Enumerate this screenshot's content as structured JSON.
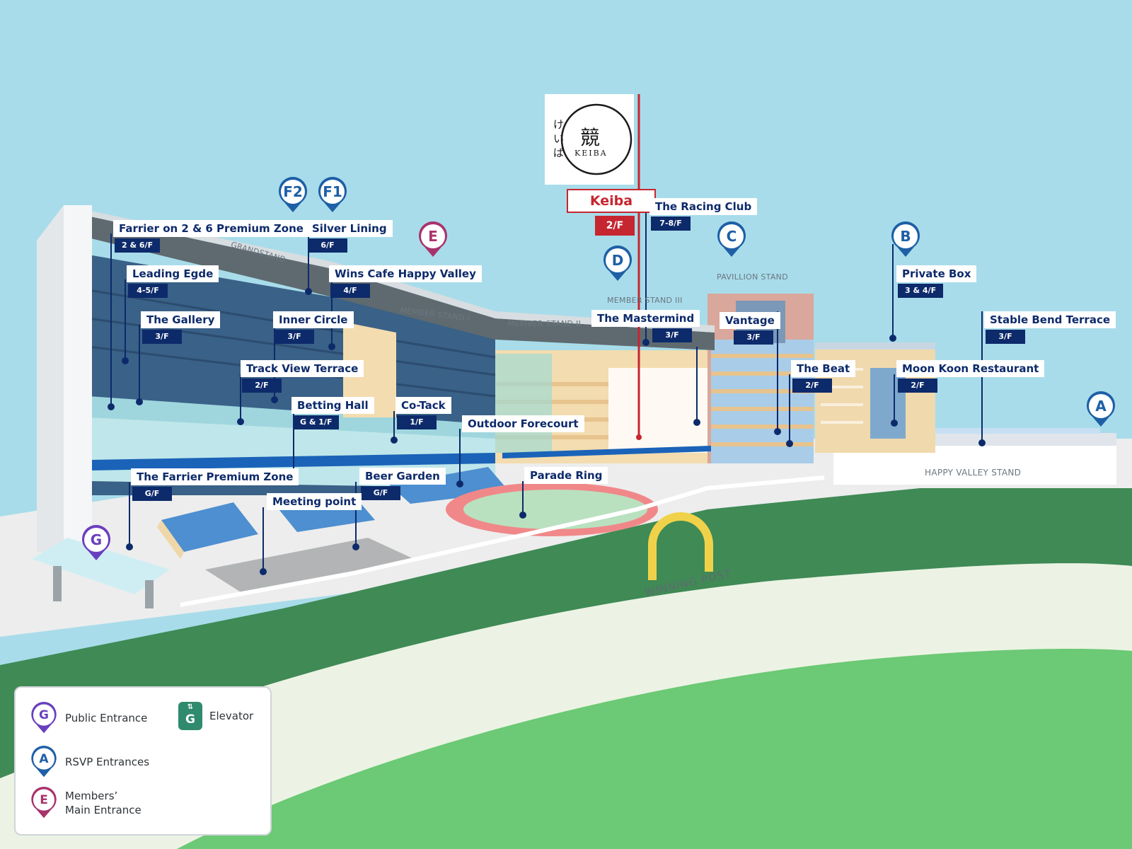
{
  "venues": [
    {
      "name": "Farrier on 2 & 6 Premium Zone",
      "floor": "2 & 6/F"
    },
    {
      "name": "Silver Lining",
      "floor": "6/F"
    },
    {
      "name": "Leading Egde",
      "floor": "4-5/F"
    },
    {
      "name": "Wins Cafe Happy Valley",
      "floor": "4/F"
    },
    {
      "name": "The Gallery",
      "floor": "3/F"
    },
    {
      "name": "Inner Circle",
      "floor": "3/F"
    },
    {
      "name": "Track View Terrace",
      "floor": "2/F"
    },
    {
      "name": "Betting Hall",
      "floor": "G & 1/F"
    },
    {
      "name": "Co-Tack",
      "floor": "1/F"
    },
    {
      "name": "Outdoor Forecourt",
      "floor": ""
    },
    {
      "name": "The Farrier Premium Zone",
      "floor": "G/F"
    },
    {
      "name": "Beer Garden",
      "floor": "G/F"
    },
    {
      "name": "Meeting point",
      "floor": ""
    },
    {
      "name": "Parade Ring",
      "floor": ""
    },
    {
      "name": "The Racing Club",
      "floor": "7-8/F"
    },
    {
      "name": "The Mastermind",
      "floor": "3/F"
    },
    {
      "name": "Vantage",
      "floor": "3/F"
    },
    {
      "name": "The Beat",
      "floor": "2/F"
    },
    {
      "name": "Private Box",
      "floor": "3 & 4/F"
    },
    {
      "name": "Moon Koon Restaurant",
      "floor": "2/F"
    },
    {
      "name": "Stable Bend Terrace",
      "floor": "3/F"
    }
  ],
  "keiba": {
    "name": "Keiba",
    "floor": "2/F",
    "logo_kanji": "競",
    "logo_latin": "KEIBA",
    "logo_kana": [
      "け",
      "い",
      "ば"
    ]
  },
  "stands": [
    "GRANDSTAND",
    "MEMBER STAND I",
    "MEMBER STAND II",
    "MEMBER STAND III",
    "PAVILLION STAND",
    "HAPPY VALLEY STAND"
  ],
  "track": {
    "winning_post": "WINNING POST"
  },
  "markers": [
    {
      "letter": "F2",
      "type": "rsvp"
    },
    {
      "letter": "F1",
      "type": "rsvp"
    },
    {
      "letter": "E",
      "type": "members"
    },
    {
      "letter": "D",
      "type": "rsvp"
    },
    {
      "letter": "C",
      "type": "rsvp"
    },
    {
      "letter": "B",
      "type": "rsvp"
    },
    {
      "letter": "A",
      "type": "rsvp"
    },
    {
      "letter": "G",
      "type": "public"
    }
  ],
  "legend": {
    "public": {
      "letter": "G",
      "label": "Public Entrance"
    },
    "elevator": {
      "letter": "G",
      "label": "Elevator"
    },
    "rsvp": {
      "letter": "A",
      "label": "RSVP Entrances"
    },
    "members": {
      "letter": "E",
      "label": "Members’\nMain Entrance"
    }
  },
  "colors": {
    "sky": "#a8dcea",
    "grass": "#6cc975",
    "grass_dark": "#3f8a55",
    "track": "#ecf3e4",
    "navy": "#0d2a6b",
    "rsvp_pin": "#1e5fa6",
    "members_pin": "#a8336b",
    "public_pin": "#6a3fbf",
    "keiba_red": "#c62630",
    "elevator_green": "#2f8a6e"
  }
}
